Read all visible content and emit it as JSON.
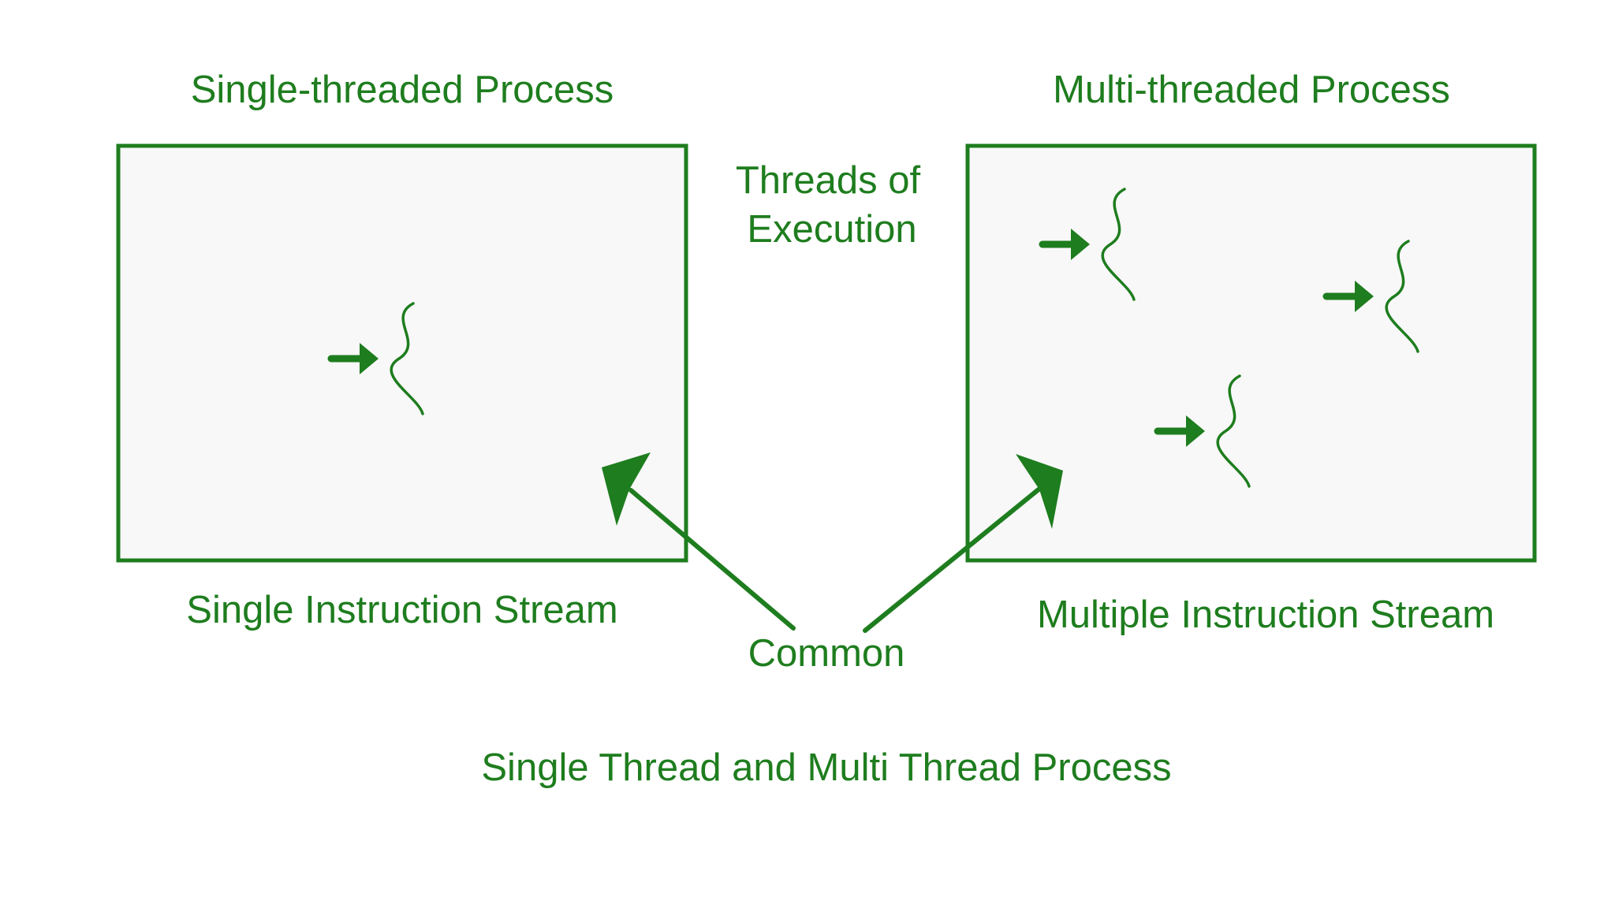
{
  "colors": {
    "accent": "#1e7d1e",
    "box_fill": "#f8f8f8",
    "background": "#ffffff"
  },
  "labels": {
    "single_title": "Single-threaded Process",
    "multi_title": "Multi-threaded Process",
    "threads_line1": "Threads of",
    "threads_line2": "Execution",
    "single_stream": "Single Instruction Stream",
    "multi_stream": "Multiple Instruction Stream",
    "common": "Common",
    "caption": "Single Thread and Multi Thread Process"
  },
  "icons": {
    "thread": "thread-arrow-squiggle-icon",
    "pointer": "pointer-arrow"
  }
}
